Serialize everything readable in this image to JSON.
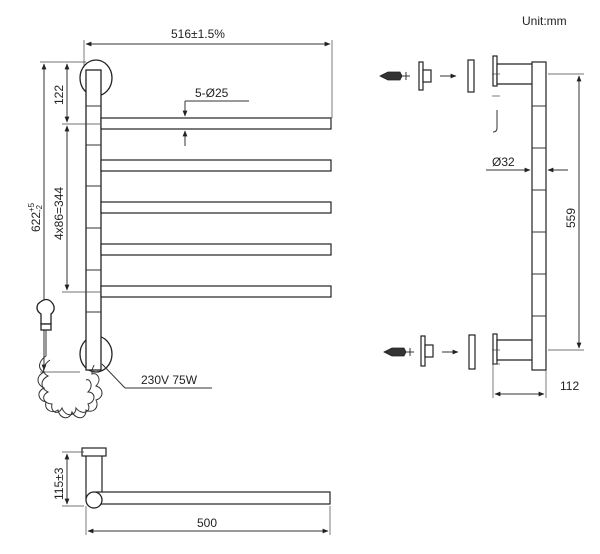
{
  "unit_label": "Unit:mm",
  "dims": {
    "overall_width": "516±1.5%",
    "top_offset": "122",
    "bar_diameter": "5-Ø25",
    "bar_spacing": "4x86=344",
    "height_main": "622",
    "height_tol_plus": "+5",
    "height_tol_minus": "-2",
    "power": "230V 75W",
    "side_diameter": "Ø32",
    "side_height": "559",
    "side_depth": "112",
    "bottom_height": "115±3",
    "bottom_length": "500"
  }
}
